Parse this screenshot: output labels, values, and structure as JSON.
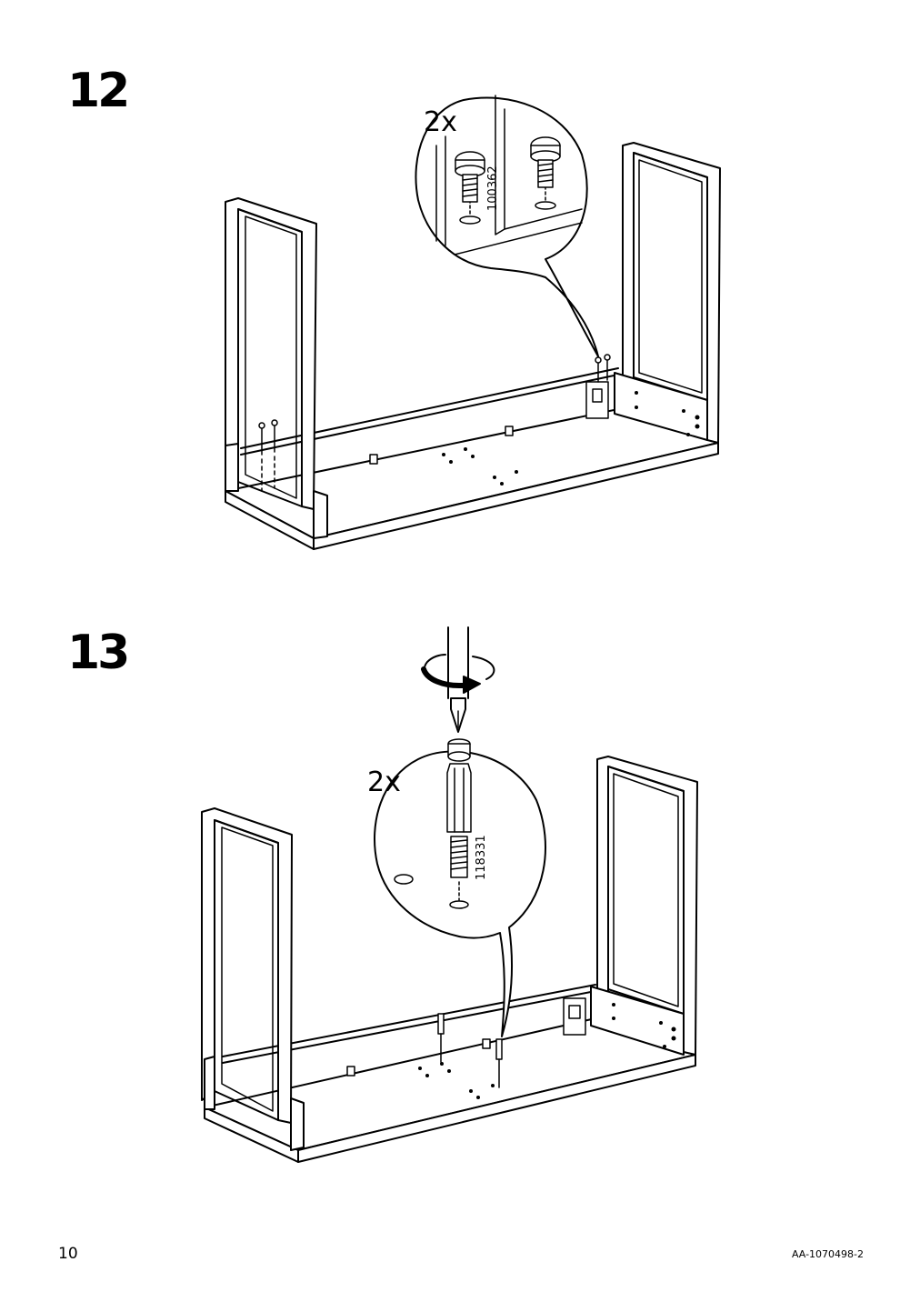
{
  "steps": [
    {
      "number": "12",
      "quantity": "2x",
      "part_number": "100362"
    },
    {
      "number": "13",
      "quantity": "2x",
      "part_number": "118331"
    }
  ],
  "footer": {
    "page_number": "10",
    "document_code": "AA-1070498-2"
  }
}
